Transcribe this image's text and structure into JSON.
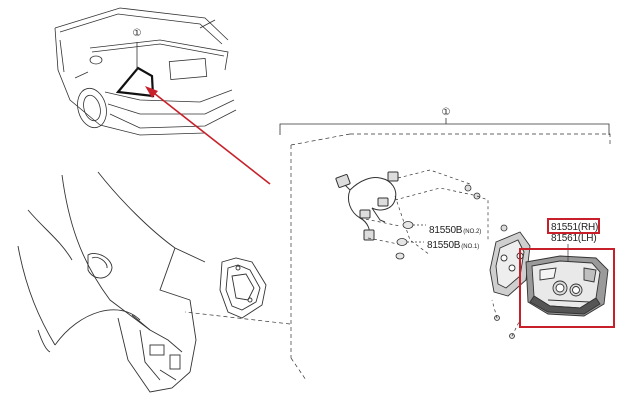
{
  "callouts": {
    "assembly_ref_car": "①",
    "assembly_ref_group": "①"
  },
  "parts": {
    "socket_no2": {
      "number": "81550B",
      "note": "(NO.2)"
    },
    "socket_no1": {
      "number": "81550B",
      "note": "(NO.1)"
    },
    "lamp_rh": "81551(RH)",
    "lamp_lh": "81561(LH)"
  },
  "colors": {
    "highlight": "#c8202a",
    "line": "#333333",
    "light_fill": "#e9e9e9",
    "dark_fill": "#9a9a9a"
  }
}
